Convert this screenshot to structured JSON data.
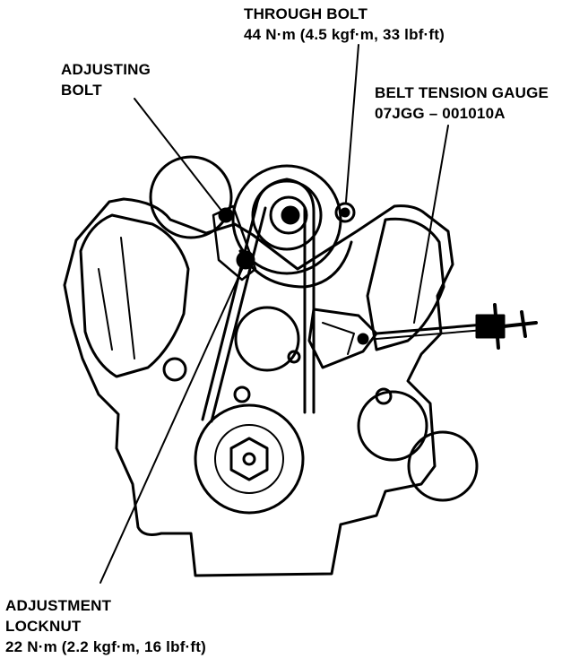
{
  "callouts": {
    "through_bolt": {
      "name": "THROUGH BOLT",
      "torque": "44 N·m (4.5 kgf·m, 33 lbf·ft)"
    },
    "adjusting_bolt": {
      "line1": "ADJUSTING",
      "line2": "BOLT"
    },
    "belt_tension_gauge": {
      "name": "BELT TENSION GAUGE",
      "part_number": "07JGG – 001010A"
    },
    "adjustment_locknut": {
      "line1": "ADJUSTMENT",
      "line2": "LOCKNUT",
      "torque": "22 N·m (2.2 kgf·m, 16 lbf·ft)"
    }
  },
  "colors": {
    "ink": "#000000",
    "paper": "#ffffff"
  }
}
